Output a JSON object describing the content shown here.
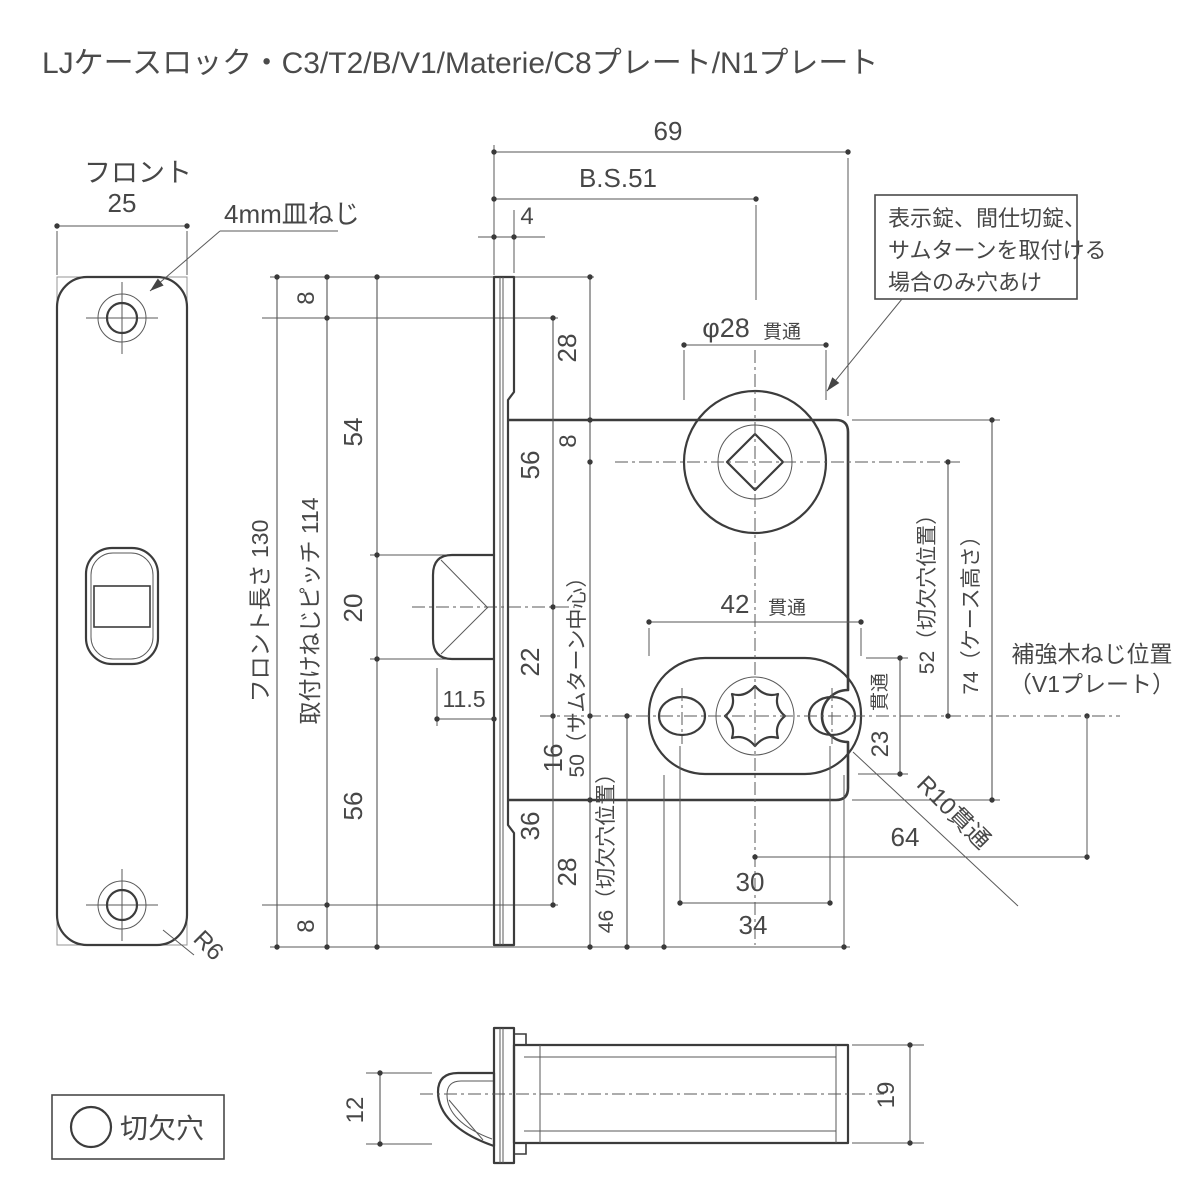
{
  "title": "LJケースロック・C3/T2/B/V1/Materie/C8プレート/N1プレート",
  "front_view": {
    "label": "フロント",
    "width": "25",
    "screw_note": "4mm皿ねじ",
    "corner_radius": "R6",
    "length": "フロント長さ 130",
    "screw_pitch": "取付けねじピッチ 114"
  },
  "side_view": {
    "overall_depth": "69",
    "backset": "B.S.51",
    "faceplate_thickness": "4",
    "top_edge": "8",
    "bottom_edge": "8",
    "front_to_latch_top": "54",
    "latch_height": "20",
    "latch_to_bottom": "56",
    "latch_protrusion": "11.5",
    "case_top_to_front_top": "28",
    "case_top_to_spindle": "8",
    "screw_to_latch_center": "56",
    "thumbturn_center": "50（サムターン中心）",
    "latch_to_thumbturn": "22",
    "thumbturn_to_case_bottom": "16",
    "thumbturn_to_screw": "36",
    "case_bottom_to_front_bottom": "28",
    "notch_pos_bottom": "46（切欠穴位置）",
    "spindle_hole": "φ28",
    "spindle_hole_suffix": "貫通",
    "cutout_width": "42",
    "cutout_width_suffix": "貫通",
    "cutout_height": "23",
    "cutout_height_suffix": "貫通",
    "notch_pos_right": "52（切欠穴位置）",
    "case_height": "74（ケース高さ）",
    "screw_span": "64",
    "oval_pitch": "30",
    "oval_span": "34",
    "notch_radius": "R10貫通",
    "reinforce_line1": "補強木ねじ位置",
    "reinforce_line2": "（V1プレート）",
    "note_line1": "表示錠、間仕切錠、",
    "note_line2": "サムターンを取付ける",
    "note_line3": "場合のみ穴あけ"
  },
  "bottom_view": {
    "latch_width": "12",
    "case_thickness": "19"
  },
  "legend": {
    "cutout_hole": "切欠穴"
  },
  "colors": {
    "shape_fill": "#d9d9d9",
    "line": "#3c3c3c",
    "dim_text": "#4a4a4a"
  }
}
